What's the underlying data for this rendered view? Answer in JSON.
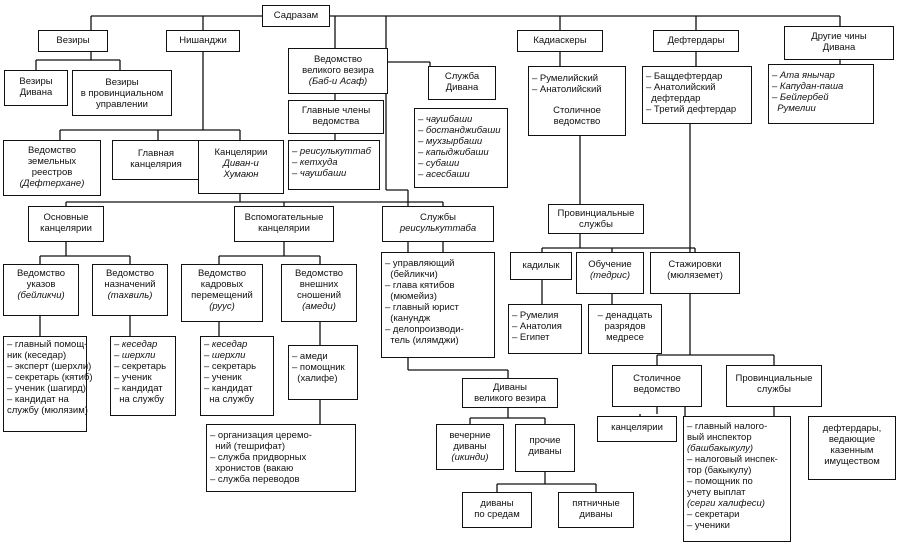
{
  "root": "Садразам",
  "vezirs": {
    "title": "Везиры",
    "divan": [
      "Везиры",
      "Дивана"
    ],
    "provincial": [
      "Везиры",
      "в провинциальном",
      "управлении"
    ]
  },
  "nishanji": {
    "title": "Нишанджи",
    "land_registry": [
      "Ведомство",
      "земельных",
      "реестров"
    ],
    "land_registry_it": "(Дефтерхане)",
    "main_chancellery": [
      "Главная",
      "канцелярия"
    ],
    "chancelleries": [
      "Канцелярии"
    ],
    "chancelleries_it": [
      "Диван-и",
      "Хумаюн"
    ],
    "basic": [
      "Основные",
      "канцелярии"
    ],
    "auxiliary": [
      "Вспомогательные",
      "канцелярии"
    ],
    "decrees": {
      "title": [
        "Ведомство",
        "указов"
      ],
      "it": "(бейликчи)",
      "items": [
        "– главный помощ-",
        "ник (кеседар)",
        "– эксперт (шерхли)",
        "– секретарь (кятиб)",
        "– ученик (шагирд)",
        "– кандидат на",
        "службу (мюлязим)"
      ]
    },
    "appointments": {
      "title": [
        "Ведомство",
        "назначений"
      ],
      "it": "(тахвиль)",
      "items": [
        "– кеседар",
        "– шерхли",
        "– секретарь",
        "– ученик",
        "– кандидат",
        "  на службу"
      ]
    },
    "personnel": {
      "title": [
        "Ведомство",
        "кадровых",
        "перемещений"
      ],
      "it": "(руус)",
      "items": [
        "– кеседар",
        "– шерхли",
        "– секретарь",
        "– ученик",
        "– кандидат",
        "  на службу"
      ]
    },
    "foreign": {
      "title": [
        "Ведомство",
        "внешних",
        "сношений"
      ],
      "it": "(амеди)",
      "items": [
        "– амеди",
        "– помощник",
        "  (халифе)"
      ]
    },
    "ceremonial_items": [
      "– организация церемо-",
      "  ний (тешрифат)",
      "– служба придворных",
      "  хронистов (вакаю",
      "– служба переводов"
    ]
  },
  "grand_vizier": {
    "office": [
      "Ведомство",
      "великого везира"
    ],
    "office_it": "(Баб-и Асаф)",
    "main_members": [
      "Главные члены",
      "ведомства"
    ],
    "main_items": [
      "– реисулькуттаб",
      "– кетхуда",
      "– чаушбаши"
    ],
    "reis_services": [
      "Службы"
    ],
    "reis_services_it": "реисулькуттаба",
    "reis_items": [
      "– управляющий",
      "  (бейликчи)",
      "– глава кятибов",
      "  (мюмейиз)",
      "– главный юрист",
      "  (канундж",
      "– делопроизводи-",
      "  тель (илямджи)"
    ],
    "divans": [
      "Диваны",
      "великого везира"
    ],
    "evening": [
      "вечерние",
      "диваны"
    ],
    "evening_it": "(икинди)",
    "other": [
      "прочие",
      "диваны"
    ],
    "wednesday": [
      "диваны",
      "по средам"
    ],
    "friday": [
      "пятничные",
      "диваны"
    ]
  },
  "divan_service": {
    "title": [
      "Служба",
      "Дивана"
    ],
    "items": [
      "– чаушбаши",
      "– бостанджибаши",
      "– мухзырбаши",
      "– капыджибаши",
      "– субаши",
      "– асесбаши"
    ]
  },
  "kadiasker": {
    "title": "Кадиаскеры",
    "items": [
      "– Румелийский",
      "– Анатолийский"
    ],
    "capital": [
      "Столичное",
      "ведомство"
    ],
    "provincial": [
      "Провинциальные",
      "службы"
    ],
    "kadilik": "кадилык",
    "regions": [
      "– Румелия",
      "– Анатолия",
      "– Египет"
    ],
    "training": [
      "Обучение"
    ],
    "training_it": "(тедрис)",
    "internship": [
      "Стажировки"
    ],
    "internship_it": "(мюляземет)",
    "madrasa": [
      "– денадцать",
      "разрядов",
      "медресе"
    ]
  },
  "defterdar": {
    "title": "Дефтердары",
    "items": [
      "– Бащдефтердар",
      "– Анатолийский",
      "  дефтердар",
      "– Третий дефтердар"
    ],
    "capital": [
      "Столичное",
      "ведомство"
    ],
    "provincial": [
      "Провинциальные",
      "службы"
    ],
    "chancelleries": "канцелярии",
    "capital_items": [
      "– главный налого-",
      "вый инспектор",
      "(башбакыкулу)",
      "– налоговый инспек-",
      "тор (бакыкулу)",
      "– помощник по",
      "учету выплат",
      "(серги халифеси)",
      "– секретари",
      "– ученики"
    ],
    "provincial_note": [
      "дефтердары,",
      "ведающие",
      "казенным",
      "имуществом"
    ]
  },
  "other": {
    "title": [
      "Другие чины",
      "Дивана"
    ],
    "items": [
      "– Ата янычар",
      "– Капудан-паша",
      "– Бейлербей",
      "  Румелии"
    ]
  }
}
